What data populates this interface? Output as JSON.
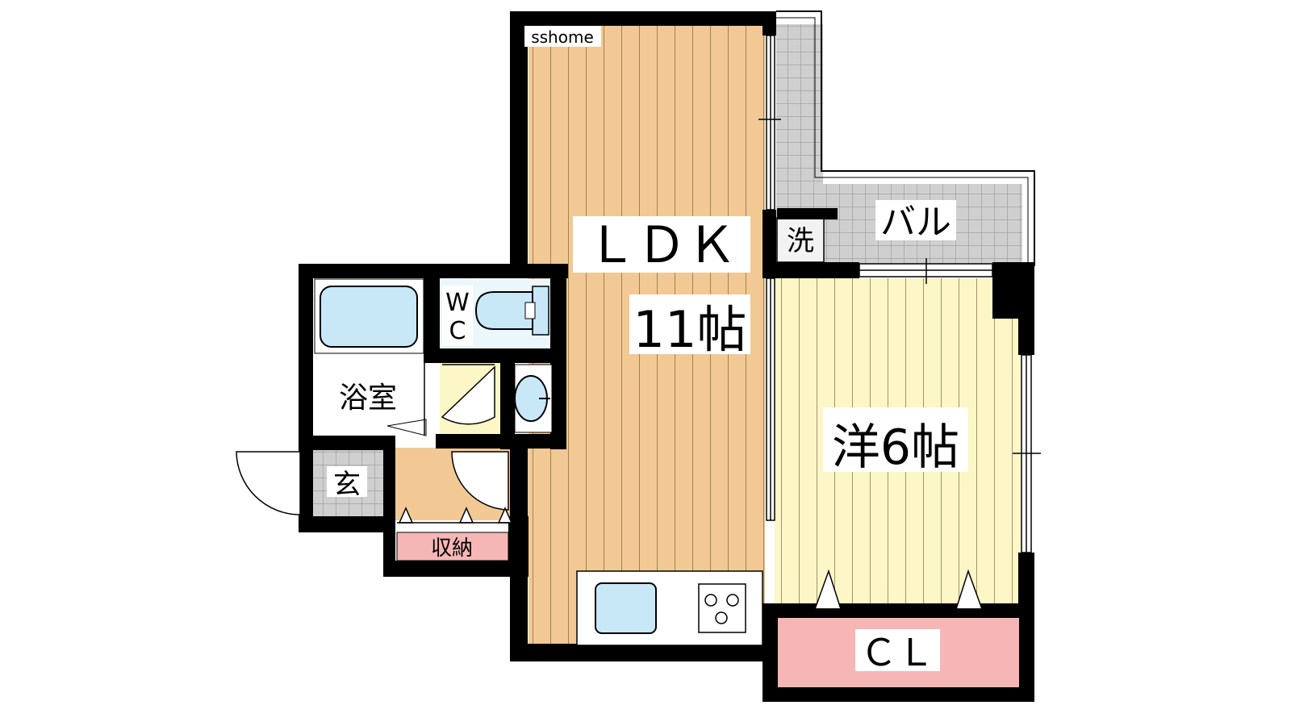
{
  "watermark": "sshome",
  "rooms": {
    "ldk": {
      "name": "ＬＤＫ",
      "size": "11帖"
    },
    "western": {
      "name": "洋6帖"
    },
    "bath": {
      "name": "浴室"
    },
    "wc": {
      "line1": "W",
      "line2": "C"
    },
    "entrance": {
      "name": "玄"
    },
    "storage": {
      "name": "収納"
    },
    "closet": {
      "name": "ＣＬ"
    },
    "balcony": {
      "name": "バル"
    },
    "washer": {
      "name": "洗"
    }
  },
  "colors": {
    "wall": "#000000",
    "wood_floor": "#f2c994",
    "room_floor": "#fdf6c6",
    "balcony_tile": "#cfcfcf",
    "water_fixture": "#c8e8f8",
    "closet": "#f7b6b6",
    "background": "#ffffff"
  }
}
